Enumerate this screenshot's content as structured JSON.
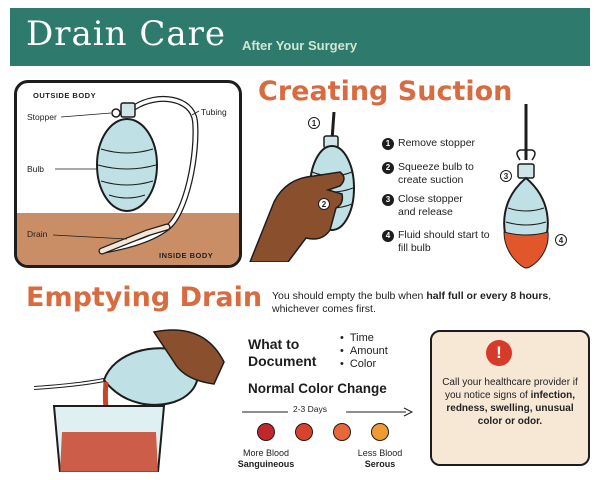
{
  "header": {
    "title": "Drain Care",
    "subtitle": "After Your Surgery"
  },
  "diagram": {
    "outside_label": "OUTSIDE BODY",
    "inside_label": "INSIDE BODY",
    "stopper_label": "Stopper",
    "tubing_label": "Tubing",
    "bulb_label": "Bulb",
    "drain_label": "Drain"
  },
  "suction": {
    "title": "Creating Suction",
    "steps": [
      {
        "num": "1",
        "text": "Remove stopper"
      },
      {
        "num": "2",
        "text": "Squeeze bulb to create suction"
      },
      {
        "num": "3",
        "text": "Close stopper and release"
      },
      {
        "num": "4",
        "text": "Fluid should start to fill bulb"
      }
    ],
    "callouts": [
      "1",
      "2",
      "3",
      "4"
    ]
  },
  "emptying": {
    "title": "Emptying Drain",
    "text_before": "You should empty the bulb when ",
    "text_bold": "half full or every 8 hours",
    "text_after": ", whichever comes first."
  },
  "document": {
    "title_line1": "What to",
    "title_line2": "Document",
    "items": [
      "Time",
      "Amount",
      "Color"
    ]
  },
  "color_change": {
    "title": "Normal Color Change",
    "days": "2-3 Days",
    "colors": [
      "#c0282d",
      "#d8432c",
      "#e9683a",
      "#f09a35"
    ],
    "left_label": "More Blood",
    "left_bold": "Sanguineous",
    "right_label": "Less Blood",
    "right_bold": "Serous"
  },
  "alert": {
    "icon": "!",
    "text_before": "Call your healthcare provider if you notice signs of ",
    "text_bold": "infection, redness, swelling, unusual color or odor."
  }
}
